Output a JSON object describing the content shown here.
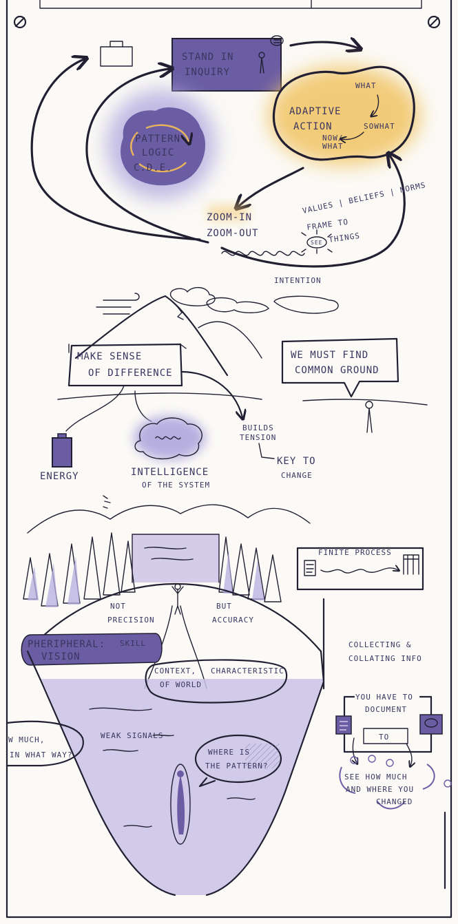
{
  "top_section": {
    "stand_in_inquiry": [
      "STAND IN",
      "INQUIRY"
    ],
    "pattern_logic": [
      "PATTERN",
      "LOGIC",
      "C.D.E."
    ],
    "adaptive_action": [
      "ADAPTIVE",
      "ACTION"
    ],
    "what": "WHAT",
    "so_what": "SOWHAT",
    "now_what": [
      "NOW/",
      "WHAT"
    ],
    "zoom": [
      "ZOOM-IN",
      "ZOOM-OUT"
    ],
    "values": "VALUES | BELIEFS | NORMS",
    "frame": [
      "FRAME TO",
      "THINGS"
    ],
    "see": "SEE",
    "intention": "INTENTION"
  },
  "middle_section": {
    "make_sense": [
      "MAKE SENSE",
      "OF DIFFERENCE"
    ],
    "common_ground": [
      "WE MUST FIND",
      "COMMON GROUND"
    ],
    "builds_tension": [
      "BUILDS",
      "TENSION"
    ],
    "key_to_change": [
      "KEY TO",
      "CHANGE"
    ],
    "energy": "ENERGY",
    "intelligence": [
      "INTELLIGENCE",
      "OF THE SYSTEM"
    ]
  },
  "bottom_section": {
    "finite_process": "FINITE PROCESS",
    "not_precision": [
      "NOT",
      "PRECISION"
    ],
    "but_accuracy": [
      "BUT",
      "ACCURACY"
    ],
    "peripheral": [
      "PHERIPHERAL:",
      "SKILL",
      "VISION"
    ],
    "context": [
      "CONTEXT,",
      "CHARACTERISTIC",
      "OF WORLD"
    ],
    "collecting": [
      "COLLECTING &",
      "COLLATING INFO"
    ],
    "you_have_to": [
      "YOU HAVE TO",
      "DOCUMENT"
    ],
    "to": "TO",
    "see_how_much": [
      "SEE HOW MUCH",
      "AND WHERE YOU",
      "CHANGED"
    ],
    "how_much": [
      "W MUCH,",
      "IN WHAT WAY?"
    ],
    "weak_signals": "WEAK SIGNALS",
    "where_pattern": [
      "WHERE IS",
      "THE PATTERN?"
    ]
  },
  "colors": {
    "purple": "#6a5da3",
    "lilac": "#c9c2e6",
    "gold": "#f1c66a",
    "ink": "#231f33",
    "paper": "#fbfaf6"
  }
}
